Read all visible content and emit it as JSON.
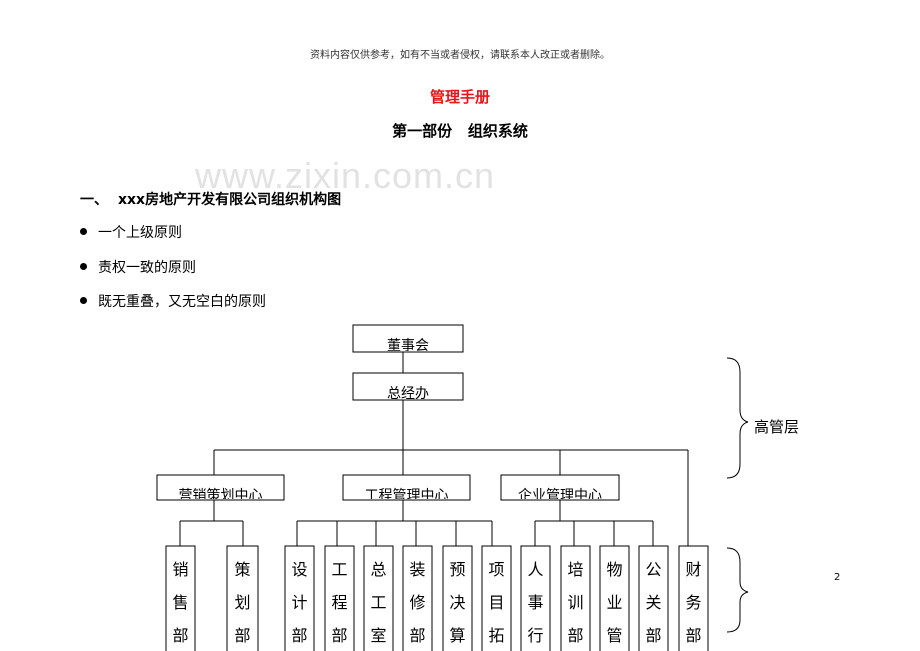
{
  "notice": "资料内容仅供参考，如有不当或者侵权，请联系本人改正或者删除。",
  "title": "管理手册",
  "subtitle": "第一部份   组织系统",
  "watermark": "www.zixin.com.cn",
  "heading": {
    "number": "一、",
    "text": "xxx房地产开发有限公司组织机构图"
  },
  "bullets": [
    "一个上级原则",
    "责权一致的原则",
    "既无重叠，又无空白的原则"
  ],
  "org": {
    "top": "董事会",
    "second": "总经办",
    "centers": [
      "营销策划中心",
      "工程管理中心",
      "企业管理中心"
    ],
    "depts": [
      [
        "销",
        "售",
        "部"
      ],
      [
        "策",
        "划",
        "部"
      ],
      [
        "设",
        "计",
        "部"
      ],
      [
        "工",
        "程",
        "部"
      ],
      [
        "总",
        "工",
        "室"
      ],
      [
        "装",
        "修",
        "部"
      ],
      [
        "预",
        "决",
        "算"
      ],
      [
        "项",
        "目",
        "拓"
      ],
      [
        "人",
        "事",
        "行"
      ],
      [
        "培",
        "训",
        "部"
      ],
      [
        "物",
        "业",
        "管"
      ],
      [
        "公",
        "关",
        "部"
      ],
      [
        "财",
        "务",
        "部"
      ]
    ],
    "brackets": [
      "高管层",
      ""
    ]
  },
  "page_number": "2"
}
